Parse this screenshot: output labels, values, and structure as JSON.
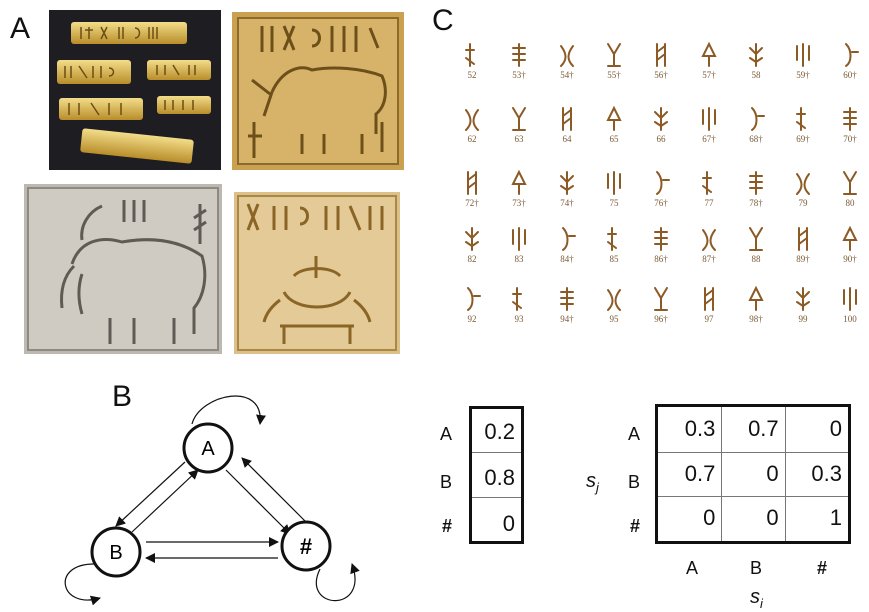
{
  "panels": {
    "a": "A",
    "b": "B",
    "c": "C"
  },
  "signs": [
    {
      "num": "52"
    },
    {
      "num": "53†"
    },
    {
      "num": "54†"
    },
    {
      "num": "55†"
    },
    {
      "num": "56†"
    },
    {
      "num": "57†"
    },
    {
      "num": "58"
    },
    {
      "num": "59†"
    },
    {
      "num": "60†"
    },
    {
      "num": "62"
    },
    {
      "num": "63"
    },
    {
      "num": "64"
    },
    {
      "num": "65"
    },
    {
      "num": "66"
    },
    {
      "num": "67†"
    },
    {
      "num": "68†"
    },
    {
      "num": "69†"
    },
    {
      "num": "70†"
    },
    {
      "num": "72†"
    },
    {
      "num": "73†"
    },
    {
      "num": "74†"
    },
    {
      "num": "75"
    },
    {
      "num": "76†"
    },
    {
      "num": "77"
    },
    {
      "num": "78†"
    },
    {
      "num": "79"
    },
    {
      "num": "80"
    },
    {
      "num": "82"
    },
    {
      "num": "83"
    },
    {
      "num": "84†"
    },
    {
      "num": "85"
    },
    {
      "num": "86†"
    },
    {
      "num": "87†"
    },
    {
      "num": "88"
    },
    {
      "num": "89†"
    },
    {
      "num": "90†"
    },
    {
      "num": "92"
    },
    {
      "num": "93"
    },
    {
      "num": "94†"
    },
    {
      "num": "95"
    },
    {
      "num": "96†"
    },
    {
      "num": "97"
    },
    {
      "num": "98†"
    },
    {
      "num": "99"
    },
    {
      "num": "100"
    }
  ],
  "graph": {
    "nodes": [
      "A",
      "B",
      "#"
    ]
  },
  "initial": {
    "rows": [
      "A",
      "B",
      "#"
    ],
    "values": [
      "0.2",
      "0.8",
      "0"
    ]
  },
  "transition": {
    "rows": [
      "A",
      "B",
      "#"
    ],
    "cols": [
      "A",
      "B",
      "#"
    ],
    "values": [
      [
        "0.3",
        "0.7",
        "0"
      ],
      [
        "0.7",
        "0",
        "0.3"
      ],
      [
        "0",
        "0",
        "1"
      ]
    ],
    "row_axis": "s",
    "row_axis_sub": "j",
    "col_axis": "s",
    "col_axis_sub": "i"
  }
}
